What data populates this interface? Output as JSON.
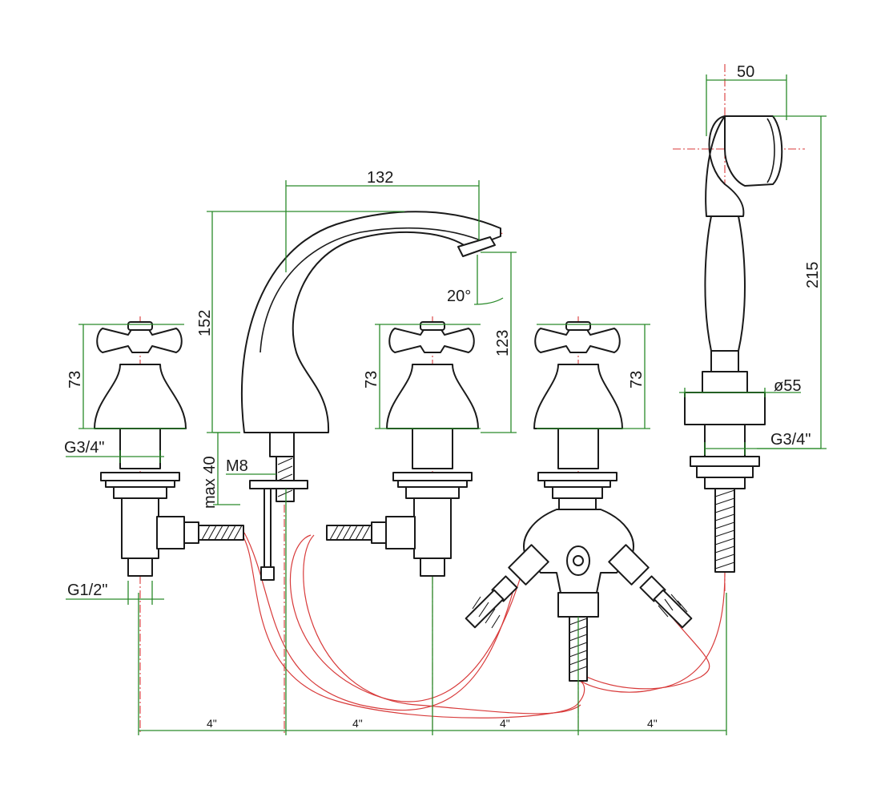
{
  "dimensions": {
    "width_spout": "132",
    "height_spout": "152",
    "height_outlet": "123",
    "spout_angle": "20°",
    "handshower_width": "50",
    "handshower_height": "215",
    "handshower_flange": "ø55",
    "handle_height_left": "73",
    "handle_height_mid": "73",
    "handle_height_right": "73",
    "inlet_thread_left": "G3/4\"",
    "inlet_thread_right": "G3/4\"",
    "outlet_thread": "G1/2\"",
    "rod_thread": "M8",
    "max_deck": "max 40",
    "spacing_1": "4\"",
    "spacing_2": "4\"",
    "spacing_3": "4\"",
    "spacing_4": "4\""
  },
  "colors": {
    "outline": "#1a1a1a",
    "dimension_lines": "#2a8a2a",
    "centre_lines": "#d83a3a"
  }
}
